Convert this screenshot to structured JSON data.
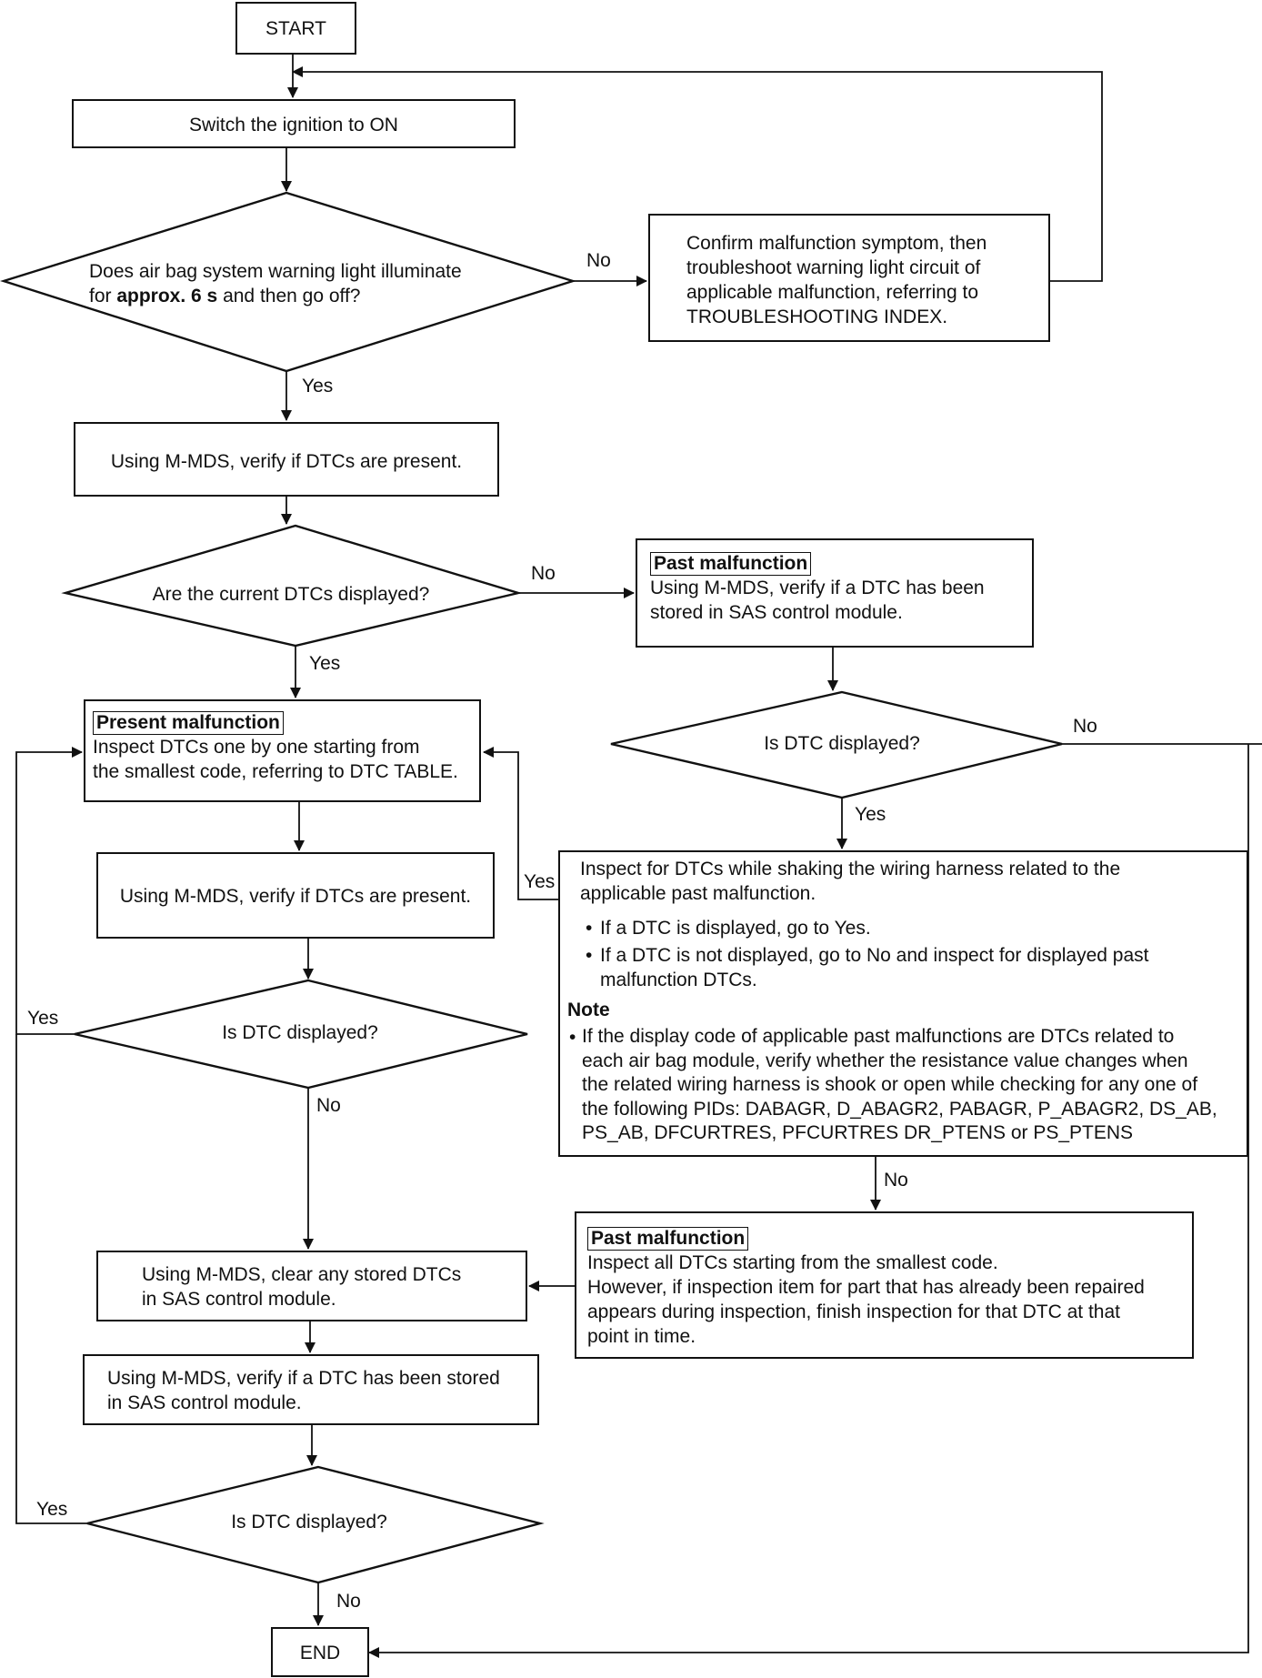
{
  "nodes": {
    "start": "START",
    "ignition": "Switch the ignition to ON",
    "q_light": {
      "pre": "Does air bag system warning light illuminate",
      "line2_pre": "for ",
      "line2_bold": "approx. 6 s",
      "line2_post": " and then go off?"
    },
    "confirm": [
      "Confirm malfunction symptom, then",
      "troubleshoot warning light circuit of",
      "applicable malfunction, referring to",
      "TROUBLESHOOTING INDEX."
    ],
    "verify_present_1": "Using M-MDS, verify if DTCs are present.",
    "q_current": "Are the current DTCs displayed?",
    "past_top": {
      "tag": "Past malfunction",
      "lines": [
        "Using M-MDS, verify if a DTC has been",
        "stored in SAS control module."
      ]
    },
    "q_dtc_right": "Is DTC displayed?",
    "present": {
      "tag": "Present malfunction",
      "lines": [
        "Inspect DTCs one by one starting from",
        "the smallest code, referring to DTC TABLE."
      ]
    },
    "verify_present_2": "Using M-MDS, verify if DTCs are present.",
    "shake": {
      "lines": [
        "Inspect for DTCs while shaking the wiring harness related to the",
        "applicable past malfunction."
      ],
      "bullets": [
        [
          "If a DTC is displayed, go to Yes."
        ],
        [
          "If a DTC is not displayed, go to No and inspect for displayed past",
          "malfunction DTCs."
        ]
      ],
      "note_title": "Note",
      "note_lines": [
        "If the display code of applicable past malfunctions are DTCs related to",
        "each air bag module, verify whether the resistance value changes when",
        "the related wiring harness is shook or open while checking for any one of",
        "the following PIDs: DABAGR, D_ABAGR2, PABAGR, P_ABAGR2, DS_AB,",
        "PS_AB, DFCURTRES, PFCURTRES DR_PTENS or PS_PTENS"
      ]
    },
    "q_dtc_mid": "Is DTC displayed?",
    "past_bottom": {
      "tag": "Past malfunction",
      "lines": [
        "Inspect all DTCs starting from the smallest code.",
        "However, if inspection item for part that has already been repaired",
        "appears during inspection, finish inspection for that DTC at that",
        "point in time."
      ]
    },
    "clear": [
      "Using M-MDS, clear any stored DTCs",
      "in SAS control module."
    ],
    "verify_stored": [
      "Using M-MDS, verify if a DTC has been stored",
      "in SAS control module."
    ],
    "q_dtc_bottom": "Is DTC displayed?",
    "end": "END"
  },
  "labels": {
    "yes": "Yes",
    "no": "No"
  }
}
